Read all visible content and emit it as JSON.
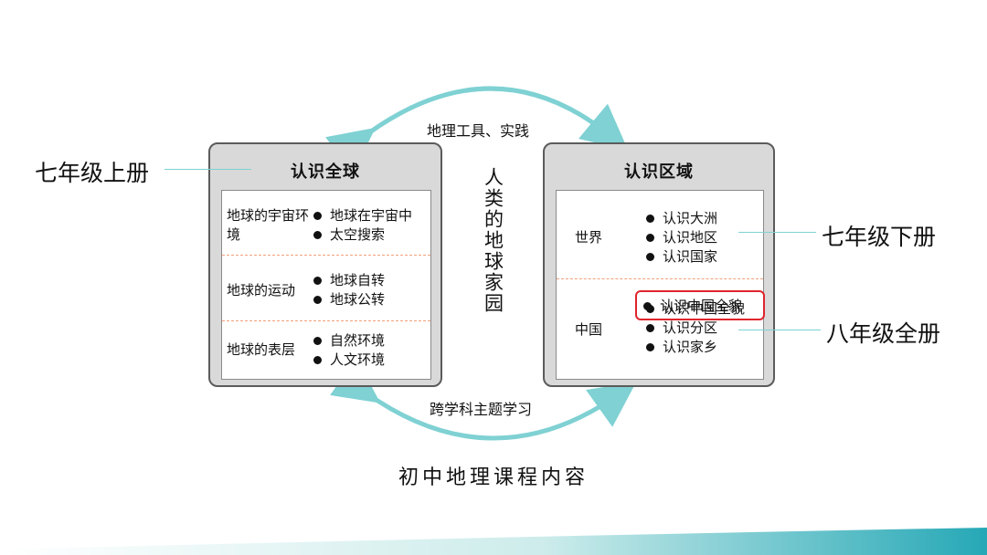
{
  "top_arc_label": "地理工具、实践",
  "bottom_arc_label": "跨学科主题学习",
  "center_vertical_text": "人类的地球家园",
  "caption": "初中地理课程内容",
  "left_side_label": "七年级上册",
  "right_side_label_1": "七年级下册",
  "right_side_label_2": "八年级全册",
  "left_panel": {
    "title": "认识全球",
    "rows": [
      {
        "label": "地球的宇宙环境",
        "items": [
          "地球在宇宙中",
          "太空搜索"
        ]
      },
      {
        "label": "地球的运动",
        "items": [
          "地球自转",
          "地球公转"
        ]
      },
      {
        "label": "地球的表层",
        "items": [
          "自然环境",
          "人文环境"
        ]
      }
    ]
  },
  "right_panel": {
    "title": "认识区域",
    "rows": [
      {
        "label": "世界",
        "items": [
          "认识大洲",
          "认识地区",
          "认识国家"
        ]
      },
      {
        "label": "中国",
        "items": [
          "认识中国全貌",
          "认识分区",
          "认识家乡"
        ]
      }
    ]
  },
  "colors": {
    "arrow": "#7fd1d3",
    "highlight": "#e0242c",
    "panel": "#d9d9d9",
    "divider": "#f0a07a"
  }
}
